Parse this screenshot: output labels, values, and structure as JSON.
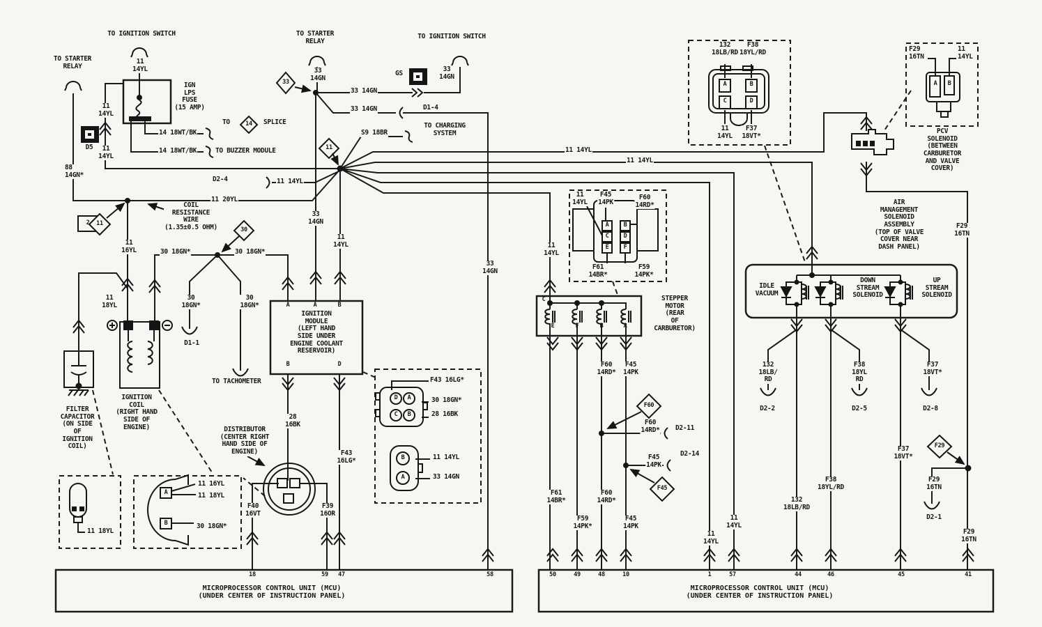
{
  "colors": {
    "line": "#1a1a1a",
    "paper": "#f7f6f2"
  },
  "labels": {
    "to_ignition_switch": "TO IGNITION SWITCH",
    "to_starter_relay": "TO STARTER\nRELAY",
    "to_buzzer": "TO BUZZER MODULE",
    "to_charging": "TO CHARGING\nSYSTEM",
    "to_tachometer": "TO TACHOMETER",
    "to_word": "TO",
    "splice_word": "SPLICE",
    "v11_14yl": "11\n14YL",
    "h11_14yl": "11 14YL",
    "v33_14gn": "33\n14GN",
    "h33_14gn": "33 14GN",
    "v30_18gn": "30\n18GN*",
    "h30_18gn": "30 18GN*",
    "v11_16yl": "11\n16YL",
    "h11_16yl": "11 16YL",
    "v11_18yl": "11\n18YL",
    "h11_18yl": "11 18YL",
    "v88_14gn": "88\n14GN*",
    "h11_20yl": "11 20YL",
    "h14_18wtbk": "14 18WT/BK",
    "s9_18br": "S9 18BR",
    "v28_16bk": "28\n16BK",
    "h28_16bk": "28 16BK",
    "f40": "F40\n16VT",
    "f39": "F39\n16OR",
    "f43": "F43\n16LG*",
    "h_f43": "F43 16LG*",
    "f45": "F45\n14PK",
    "f60": "F60\n14RD*",
    "f61": "F61\n14BR*",
    "f59": "F59\n14PK*",
    "v132": "132\n18LB/RD",
    "v132_3": "132\n18LB/\nRD",
    "vf38": "F38\n18YL/RD",
    "vf38_3": "F38\n18YL\nRD",
    "vf37": "F37\n18VT*",
    "vf29": "F29\n16TN",
    "ign_fuse": "IGN\nLPS\nFUSE\n(15 AMP)",
    "coil_resistance": "COIL\nRESISTANCE\nWIRE\n(1.35±0.5 OHM)",
    "ignition_module": "IGNITION\nMODULE\n(LEFT HAND\nSIDE UNDER\nENGINE COOLANT\nRESERVOIR)",
    "distributor": "DISTRIBUTOR\n(CENTER RIGHT\nHAND SIDE OF\nENGINE)",
    "ignition_coil": "IGNITION\nCOIL\n(RIGHT HAND\nSIDE OF\nENGINE)",
    "filter_capacitor": "FILTER\nCAPACITOR\n(ON SIDE\nOF\nIGNITION\nCOIL)",
    "stepper_motor": "STEPPER\nMOTOR\n(REAR\nOF\nCARBURETOR)",
    "air_assembly": "AIR\nMANAGEMENT\nSOLENOID\nASSEMBLY\n(TOP OF VALVE\nCOVER NEAR\nDASH PANEL)",
    "idle_vacuum": "IDLE\nVACUUM",
    "down_stream": "DOWN\nSTREAM\nSOLENOID",
    "up_stream": "UP\nSTREAM\nSOLENOID",
    "pcv": "PCV\nSOLENOID\n(BETWEEN\nCARBURETOR\nAND VALVE\nCOVER)",
    "d5": "D5",
    "gs": "GS",
    "d33": "33",
    "d11": "11",
    "d30": "30",
    "d14": "14",
    "d2": "2",
    "dF60": "F60",
    "dF45": "F45",
    "dF29": "F29",
    "d1_1": "D1-1",
    "d1_4": "D1-4",
    "d2_1": "D2-1",
    "d2_2": "D2-2",
    "d2_4": "D2-4",
    "d2_5": "D2-5",
    "d2_8": "D2-8",
    "d2_11": "D2-11",
    "d2_14": "D2-14",
    "pa": "A",
    "pb": "B",
    "pc": "C",
    "pd": "D",
    "pe": "E",
    "pf": "F",
    "mcu_title": "MICROPROCESSOR CONTROL UNIT (MCU)\n(UNDER CENTER OF INSTRUCTION PANEL)",
    "mcu_left_pins": [
      "18",
      "59",
      "47",
      "58"
    ],
    "mcu_right_pins": [
      "50",
      "49",
      "48",
      "10",
      "1",
      "57",
      "44",
      "46",
      "45",
      "41"
    ]
  }
}
